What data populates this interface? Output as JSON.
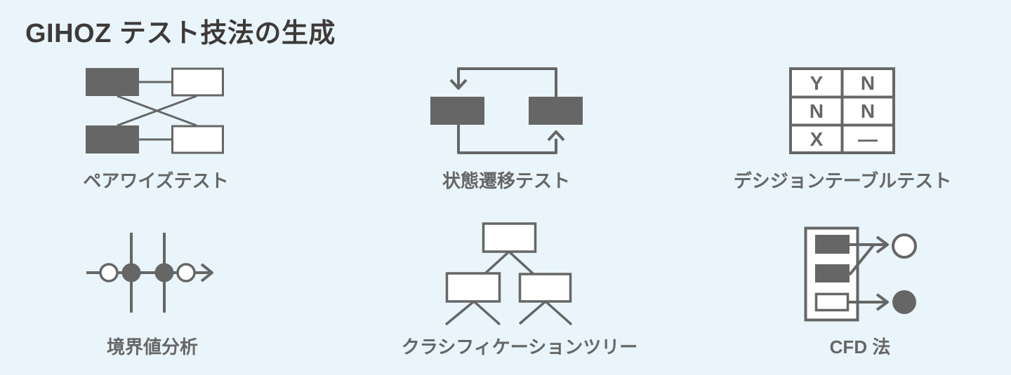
{
  "title": "GIHOZ テスト技法の生成",
  "colors": {
    "background": "#e9f5fa",
    "shape": "#666666",
    "title_text": "#3e3a39",
    "label_text": "#666666"
  },
  "techniques": [
    {
      "id": "pairwise",
      "label": "ペアワイズテスト"
    },
    {
      "id": "state-transition",
      "label": "状態遷移テスト"
    },
    {
      "id": "decision-table",
      "label": "デシジョンテーブルテスト",
      "table_rows": [
        [
          "Y",
          "N"
        ],
        [
          "N",
          "N"
        ],
        [
          "X",
          "—"
        ]
      ]
    },
    {
      "id": "boundary-value",
      "label": "境界値分析"
    },
    {
      "id": "classification-tree",
      "label": "クラシフィケーションツリー"
    },
    {
      "id": "cfd",
      "label": "CFD 法"
    }
  ]
}
